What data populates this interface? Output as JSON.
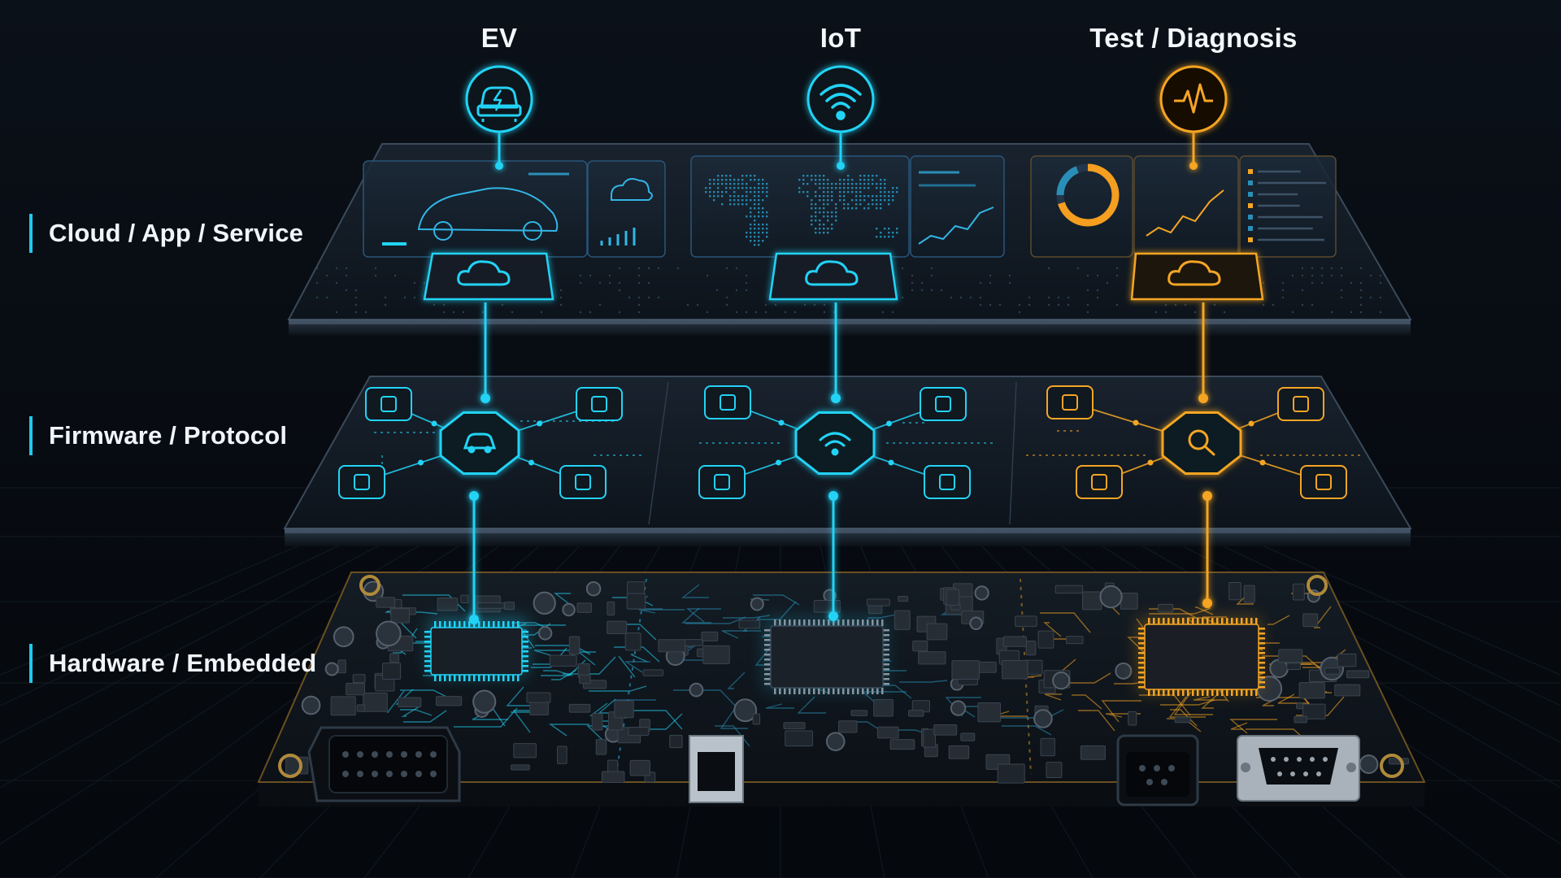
{
  "columns": [
    {
      "title": "EV",
      "accent": "#22d3f5",
      "column_icon": "car-charging-icon",
      "node_icon": "car-icon"
    },
    {
      "title": "IoT",
      "accent": "#22d3f5",
      "column_icon": "wifi-icon",
      "node_icon": "wifi-icon"
    },
    {
      "title": "Test / Diagnosis",
      "accent": "#f5a524",
      "column_icon": "heartbeat-icon",
      "node_icon": "magnifier-icon"
    }
  ],
  "layers": [
    {
      "label": "Cloud / App / Service",
      "node_icon": "cloud-icon"
    },
    {
      "label": "Firmware / Protocol"
    },
    {
      "label": "Hardware / Embedded",
      "node_icon": "microchip-icon"
    }
  ],
  "colors": {
    "background": "#070b11",
    "cyan_accent": "#22d3f5",
    "orange_accent": "#f5a524",
    "label_text": "#f1f5fa",
    "board": "#10161c"
  }
}
